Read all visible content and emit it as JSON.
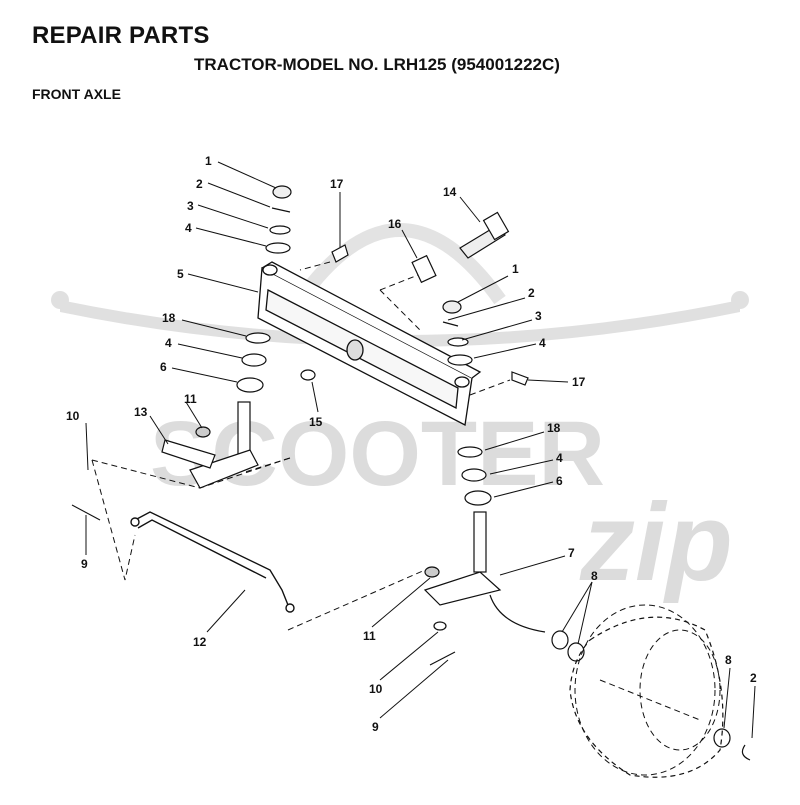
{
  "header": {
    "title": "REPAIR PARTS",
    "subtitle": "TRACTOR-MODEL NO. LRH125 (954001222C)",
    "section": "FRONT AXLE"
  },
  "watermark": {
    "text": "SCOOTER",
    "script": "zip",
    "color": "#d9d9d9"
  },
  "callouts": [
    {
      "id": "c1a",
      "label": "1"
    },
    {
      "id": "c2a",
      "label": "2"
    },
    {
      "id": "c3a",
      "label": "3"
    },
    {
      "id": "c4a",
      "label": "4"
    },
    {
      "id": "c5",
      "label": "5"
    },
    {
      "id": "c18a",
      "label": "18"
    },
    {
      "id": "c4b",
      "label": "4"
    },
    {
      "id": "c6a",
      "label": "6"
    },
    {
      "id": "c11a",
      "label": "11"
    },
    {
      "id": "c13",
      "label": "13"
    },
    {
      "id": "c10a",
      "label": "10"
    },
    {
      "id": "c9a",
      "label": "9"
    },
    {
      "id": "c12",
      "label": "12"
    },
    {
      "id": "c17a",
      "label": "17"
    },
    {
      "id": "c16",
      "label": "16"
    },
    {
      "id": "c14",
      "label": "14"
    },
    {
      "id": "c1b",
      "label": "1"
    },
    {
      "id": "c2b",
      "label": "2"
    },
    {
      "id": "c3b",
      "label": "3"
    },
    {
      "id": "c4c",
      "label": "4"
    },
    {
      "id": "c17b",
      "label": "17"
    },
    {
      "id": "c15",
      "label": "15"
    },
    {
      "id": "c18b",
      "label": "18"
    },
    {
      "id": "c4d",
      "label": "4"
    },
    {
      "id": "c6b",
      "label": "6"
    },
    {
      "id": "c7",
      "label": "7"
    },
    {
      "id": "c8a",
      "label": "8"
    },
    {
      "id": "c11b",
      "label": "11"
    },
    {
      "id": "c10b",
      "label": "10"
    },
    {
      "id": "c9b",
      "label": "9"
    },
    {
      "id": "c8b",
      "label": "8"
    },
    {
      "id": "c2c",
      "label": "2"
    }
  ]
}
